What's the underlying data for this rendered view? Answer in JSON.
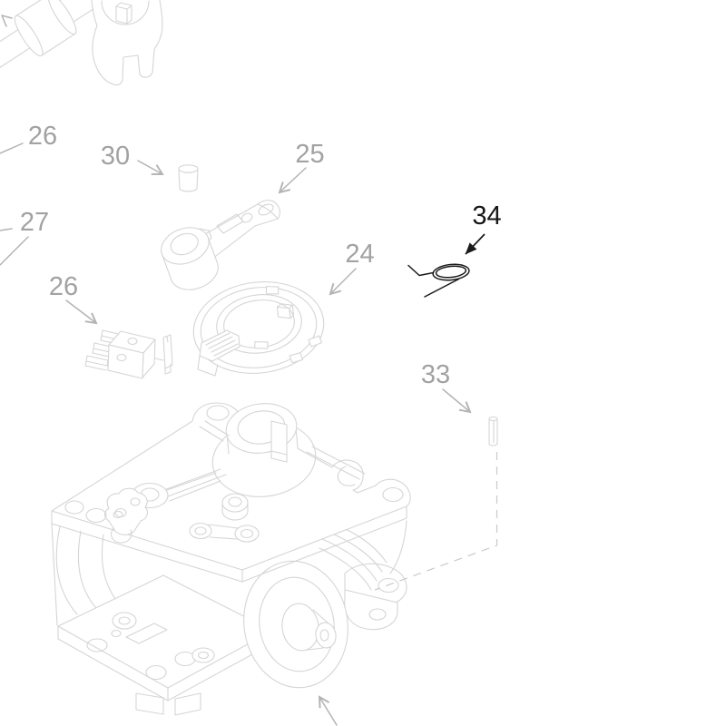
{
  "diagram": {
    "type": "exploded-parts-diagram",
    "background": "#ffffff",
    "colors": {
      "artwork_line": "#d5d5d5",
      "label_text_gray": "#a2a2a2",
      "leader_line_gray": "#b3b3b3",
      "highlight_black": "#1a1a1a",
      "dashed_leader": "#c9c9c9"
    },
    "labels": [
      {
        "text": "26",
        "highlighted": false
      },
      {
        "text": "30",
        "highlighted": false
      },
      {
        "text": "25",
        "highlighted": false
      },
      {
        "text": "27",
        "highlighted": false
      },
      {
        "text": "26",
        "highlighted": false
      },
      {
        "text": "24",
        "highlighted": false
      },
      {
        "text": "34",
        "highlighted": true
      },
      {
        "text": "33",
        "highlighted": false
      }
    ]
  }
}
